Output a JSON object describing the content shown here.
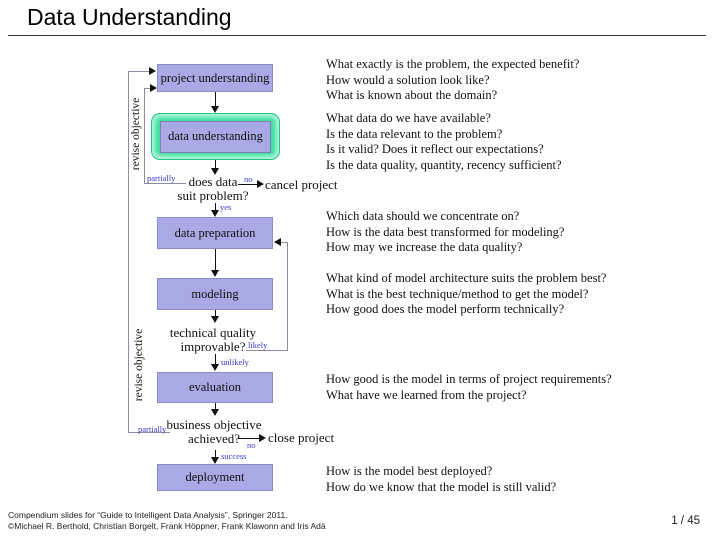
{
  "header": {
    "title": "Data Understanding"
  },
  "flow": {
    "boxes": {
      "project": "project understanding",
      "data": "data understanding",
      "prep": "data preparation",
      "model": "modeling",
      "eval": "evaluation",
      "deploy": "deployment"
    },
    "decisions": {
      "suit": {
        "line1": "does data",
        "line2": "suit problem?"
      },
      "tech": {
        "line1": "technical quality",
        "line2": "improvable?"
      },
      "biz": {
        "line1": "business objective",
        "line2": "achieved?"
      }
    },
    "labels": {
      "partially_upper": "partially",
      "yes": "yes",
      "no_cancel": "no",
      "cancel": "cancel project",
      "likely": "likely",
      "unlikely": "unlikely",
      "partially_lower": "partially",
      "no_close": "no",
      "close": "close project",
      "success": "success",
      "revise_upper": "revise objective",
      "revise_lower": "revise objective"
    }
  },
  "questions": [
    {
      "items": [
        "What exactly is the problem, the expected benefit?",
        "How would a solution look like?",
        "What is known about the domain?"
      ]
    },
    {
      "items": [
        "What data do we have available?",
        "Is the data relevant to the problem?",
        "Is it valid? Does it reflect our expectations?",
        "Is the data quality, quantity, recency sufficient?"
      ]
    },
    {
      "items": [
        "Which data should we concentrate on?",
        "How is the data best transformed for modeling?",
        "How may we increase the data quality?"
      ]
    },
    {
      "items": [
        "What kind of model architecture suits the problem best?",
        "What is the best technique/method to get the model?",
        "How good does the model perform technically?"
      ]
    },
    {
      "items": [
        "How good is the model in terms of project requirements?",
        "What have we learned from the project?"
      ]
    },
    {
      "items": [
        "How is the model best deployed?",
        "How do we know that the model is still valid?"
      ]
    }
  ],
  "footer": {
    "line1": "Compendium slides for “Guide to Intelligent Data Analysis”, Springer 2011.",
    "line2": "©Michael R. Berthold, Christian Borgelt, Frank Höppner, Frank Klawonn and Iris Adä",
    "page": "1 / 45"
  },
  "colors": {
    "box_fill": "#a9a9e5",
    "box_border": "#8c8cc4",
    "highlight_green": "#3fe0a0",
    "label_blue": "#3a3ac8",
    "loop_line": "#8d8da0"
  }
}
